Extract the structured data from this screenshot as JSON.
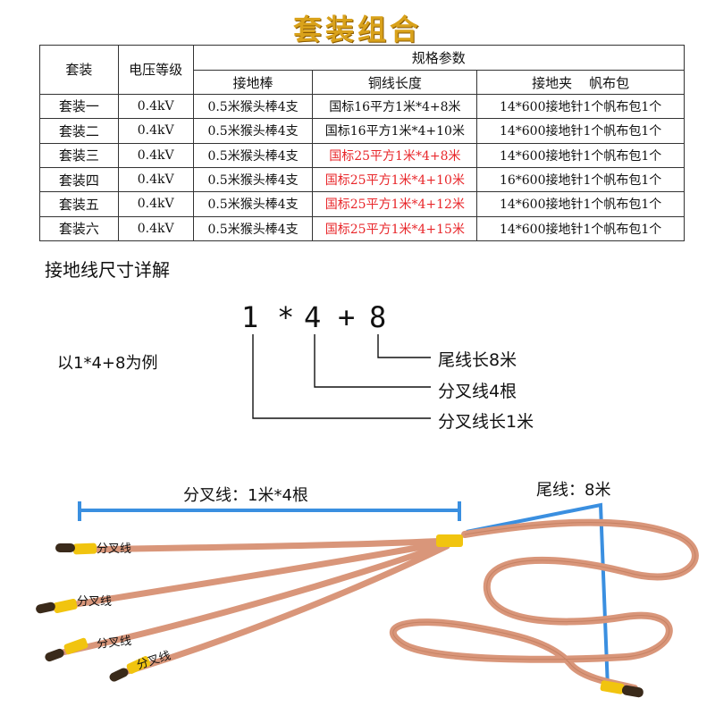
{
  "title": "套装组合",
  "table": {
    "header_set": "套装",
    "header_voltage": "电压等级",
    "header_spec": "规格参数",
    "sub_rod": "接地棒",
    "sub_copper": "铜线长度",
    "sub_clamp": "接地夹    帆布包",
    "rows": [
      {
        "name": "套装一",
        "voltage": "0.4kV",
        "rod": "0.5米猴头棒4支",
        "copper": "国标16平方1米*4+8米",
        "copper_color": "#111111",
        "clamp": "14*600接地针1个帆布包1个"
      },
      {
        "name": "套装二",
        "voltage": "0.4kV",
        "rod": "0.5米猴头棒4支",
        "copper": "国标16平方1米*4+10米",
        "copper_color": "#111111",
        "clamp": "14*600接地针1个帆布包1个"
      },
      {
        "name": "套装三",
        "voltage": "0.4kV",
        "rod": "0.5米猴头棒4支",
        "copper": "国标25平方1米*4+8米",
        "copper_color": "#e8262a",
        "clamp": "14*600接地针1个帆布包1个"
      },
      {
        "name": "套装四",
        "voltage": "0.4kV",
        "rod": "0.5米猴头棒4支",
        "copper": "国标25平方1米*4+10米",
        "copper_color": "#e8262a",
        "clamp": "16*600接地针1个帆布包1个"
      },
      {
        "name": "套装五",
        "voltage": "0.4kV",
        "rod": "0.5米猴头棒4支",
        "copper": "国标25平方1米*4+12米",
        "copper_color": "#e8262a",
        "clamp": "14*600接地针1个帆布包1个"
      },
      {
        "name": "套装六",
        "voltage": "0.4kV",
        "rod": "0.5米猴头棒4支",
        "copper": "国标25平方1米*4+15米",
        "copper_color": "#e8262a",
        "clamp": "14*600接地针1个帆布包1个"
      }
    ]
  },
  "detail": {
    "heading": "接地线尺寸详解",
    "formula": {
      "a": "1",
      "star": "*",
      "b": "4",
      "plus": "+",
      "c": "8"
    },
    "example": "以1*4+8为例",
    "label_tail": "尾线长8米",
    "label_count": "分叉线4根",
    "label_branch_len": "分叉线长1米"
  },
  "photo": {
    "branch_caption": "分叉线：1米*4根",
    "tail_caption": "尾线：8米",
    "wire_label": "分叉线",
    "wire_labels": [
      "分叉线",
      "分叉线",
      "分叉线",
      "分叉线"
    ]
  },
  "colors": {
    "title_gold": "#d9a21b",
    "red_text": "#e8262a",
    "measure_blue": "#3a8fe0",
    "copper": "#d9967a",
    "sleeve_yellow": "#f1c40f"
  }
}
